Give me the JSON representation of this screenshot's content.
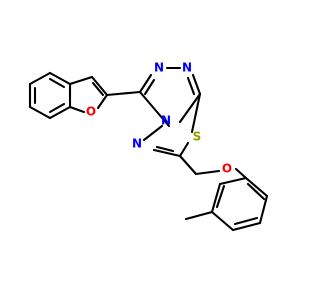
{
  "molecule": {
    "atoms": [
      {
        "id": "O_furan",
        "label": "O"
      },
      {
        "id": "N_triazole_1",
        "label": "N"
      },
      {
        "id": "N_triazole_2",
        "label": "N"
      },
      {
        "id": "N_bridge",
        "label": "N"
      },
      {
        "id": "N_thiadiazole",
        "label": "N"
      },
      {
        "id": "S_thiadiazole",
        "label": "S"
      },
      {
        "id": "O_ether",
        "label": "O"
      }
    ]
  },
  "colors": {
    "bond": "#000000",
    "nitrogen": "#0000ff",
    "oxygen": "#ff0000",
    "sulfur": "#999900",
    "background": "#ffffff"
  }
}
